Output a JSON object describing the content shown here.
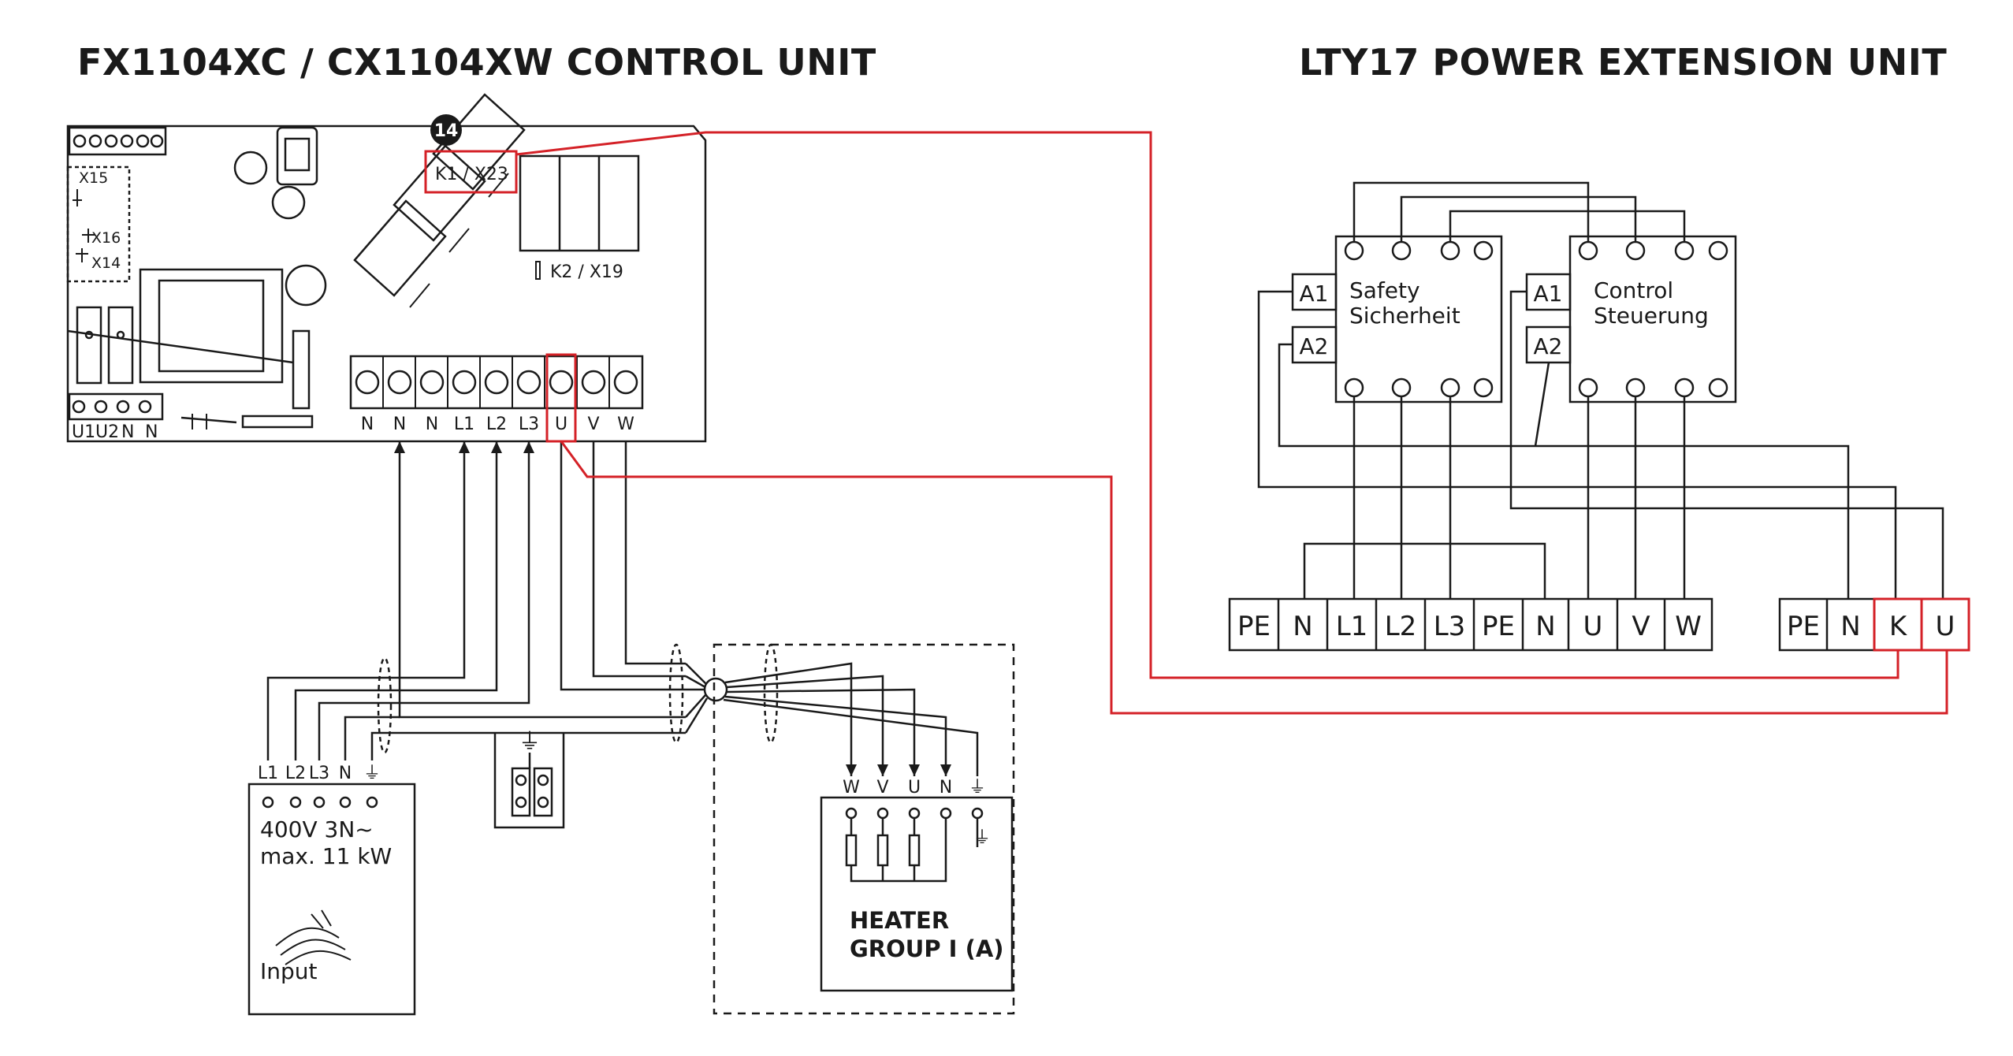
{
  "titles": {
    "control_unit": "FX1104XC / CX1104XW   CONTROL UNIT",
    "extension_unit": "LTY17 POWER EXTENSION UNIT"
  },
  "control_board": {
    "badge": "14",
    "relay_k1": "K1 / X23",
    "relay_k2": "K2 / X19",
    "connectors": {
      "x15": "X15",
      "x16": "X16",
      "x14": "X14"
    },
    "bottom_left_terminals": [
      "U1",
      "U2",
      "N",
      "N"
    ],
    "terminals": [
      "N",
      "N",
      "N",
      "L1",
      "L2",
      "L3",
      "U",
      "V",
      "W"
    ]
  },
  "input_box": {
    "terminals": [
      "L1",
      "L2",
      "L3",
      "N",
      "⏚"
    ],
    "spec_line1": "400V 3N~",
    "spec_line2": "max. 11 kW",
    "label": "Input"
  },
  "heater_box": {
    "terminals": [
      "W",
      "V",
      "U",
      "N",
      "⏚"
    ],
    "label_line1": "HEATER",
    "label_line2": "GROUP I (A)"
  },
  "ground_symbol": "⏚",
  "extension": {
    "safety_relay": {
      "a1": "A1",
      "a2": "A2",
      "label_line1": "Safety",
      "label_line2": "Sicherheit"
    },
    "control_relay": {
      "a1": "A1",
      "a2": "A2",
      "label_line1": "Control",
      "label_line2": "Steuerung"
    },
    "terminal_block_main": [
      "PE",
      "N",
      "L1",
      "L2",
      "L3",
      "PE",
      "N",
      "U",
      "V",
      "W"
    ],
    "terminal_block_aux": [
      "PE",
      "N",
      "K",
      "U"
    ]
  },
  "colors": {
    "wire": "#1a1a1a",
    "highlight": "#d42127"
  }
}
